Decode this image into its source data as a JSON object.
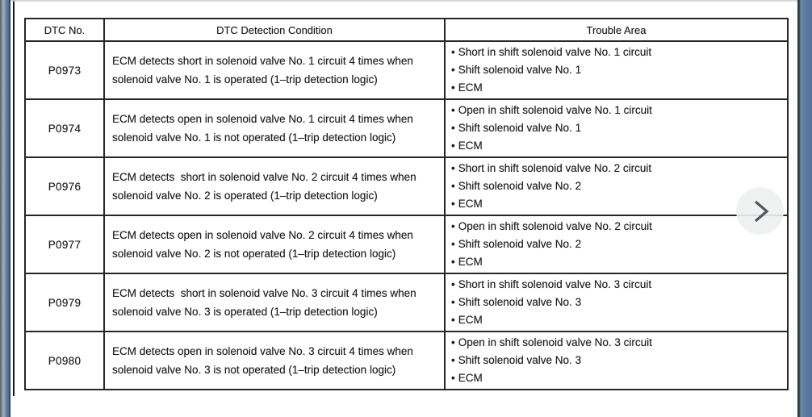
{
  "icons": {
    "bullet": "•",
    "next": "chevron-right"
  },
  "colors": {
    "page_background": "#ffffff",
    "table_border": "#262626",
    "text": "#1d1d1d",
    "edge_strip_blue": "#5b7ca0",
    "edge_strip_dark": "#2e3843",
    "nav_circle": "#eeeff0",
    "nav_chevron": "#54565a"
  },
  "table": {
    "columns": [
      "DTC No.",
      "DTC Detection Condition",
      "Trouble Area"
    ],
    "rows": [
      {
        "dtc": "P0973",
        "condition_lines": [
          "ECM detects short in solenoid valve No. 1 circuit 4 times when",
          "solenoid valve No. 1 is operated (1–trip detection logic)"
        ],
        "trouble_areas": [
          "Short in shift solenoid valve No. 1 circuit",
          "Shift solenoid valve No. 1",
          "ECM"
        ]
      },
      {
        "dtc": "P0974",
        "condition_lines": [
          "ECM detects open in solenoid valve No. 1 circuit 4 times when",
          "solenoid valve No. 1 is not operated (1–trip detection logic)"
        ],
        "trouble_areas": [
          "Open in shift solenoid valve No. 1 circuit",
          "Shift solenoid valve No. 1",
          "ECM"
        ]
      },
      {
        "dtc": "P0976",
        "condition_lines": [
          "ECM detects  short in solenoid valve No. 2 circuit 4 times when",
          "solenoid valve No. 2 is operated (1–trip detection logic)"
        ],
        "trouble_areas": [
          "Short in shift solenoid valve No. 2 circuit",
          "Shift solenoid valve No. 2",
          "ECM"
        ]
      },
      {
        "dtc": "P0977",
        "condition_lines": [
          "ECM detects open in solenoid valve No. 2 circuit 4 times when",
          "solenoid valve No. 2 is not operated (1–trip detection logic)"
        ],
        "trouble_areas": [
          "Open in shift solenoid valve No. 2 circuit",
          "Shift solenoid valve No. 2",
          "ECM"
        ]
      },
      {
        "dtc": "P0979",
        "condition_lines": [
          "ECM detects  short in solenoid valve No. 3 circuit 4 times when",
          "solenoid valve No. 3 is operated (1–trip detection logic)"
        ],
        "trouble_areas": [
          "Short in shift solenoid valve No. 3 circuit",
          "Shift solenoid valve No. 3",
          "ECM"
        ]
      },
      {
        "dtc": "P0980",
        "condition_lines": [
          "ECM detects open in solenoid valve No. 3 circuit 4 times when",
          "solenoid valve No. 3 is not operated (1–trip detection logic)"
        ],
        "trouble_areas": [
          "Open in shift solenoid valve No. 3 circuit",
          "Shift solenoid valve No. 3",
          "ECM"
        ]
      }
    ]
  }
}
